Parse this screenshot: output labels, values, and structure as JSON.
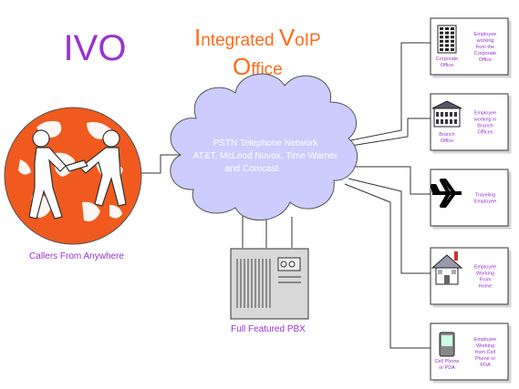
{
  "logo_text": "IVO",
  "title": {
    "line1_cap1": "I",
    "line1_rest1": "ntegrated ",
    "line1_cap2": "V",
    "line1_rest2": "oIP",
    "line2_cap": "O",
    "line2_rest": "ffice"
  },
  "cloud": {
    "line1": "PSTN Telephone Network",
    "line2": "AT&T, McLeod Nuvox, Time Warner",
    "line3": "and Comcast"
  },
  "globe_caption": "Callers From Anywhere",
  "pbx_caption": "Full Featured PBX",
  "endpoints": [
    {
      "icon_label": [
        "Corporate",
        "Office"
      ],
      "desc": [
        "Employee",
        "working",
        "from the",
        "Corporate",
        "Office"
      ]
    },
    {
      "icon_label": [
        "Branch",
        "Office"
      ],
      "desc": [
        "Employee",
        "working in",
        "Branch",
        "Offices"
      ]
    },
    {
      "icon_label": [],
      "desc": [
        "Traveling",
        "Employee"
      ]
    },
    {
      "icon_label": [],
      "desc": [
        "Employee",
        "Working",
        "From",
        "Home"
      ]
    },
    {
      "icon_label": [
        "Cell Phone",
        "or PDA"
      ],
      "desc": [
        "Employee",
        "Working",
        "from Cell",
        "Phone or",
        "PDA"
      ]
    }
  ],
  "colors": {
    "purple": "#9933cc",
    "orange": "#ff6a1a",
    "cloud_fill": "#ccccff",
    "globe": "#f05a1e"
  }
}
